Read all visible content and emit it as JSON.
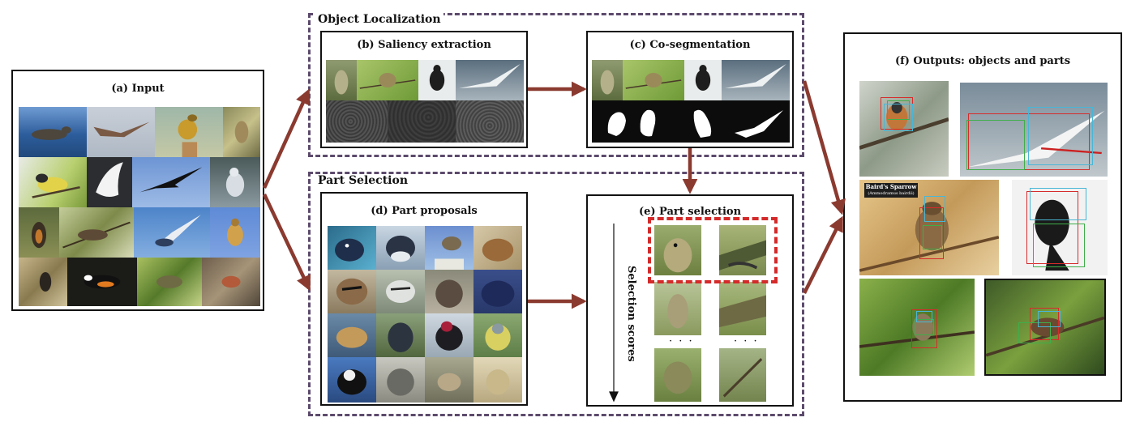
{
  "colors": {
    "group_border": "#5c4a6c",
    "arrow": "#8b3a30",
    "selection_box": "#d42a2a",
    "bbox_red": "#d62b2b",
    "bbox_green": "#3fae49",
    "bbox_cyan": "#49b6d6"
  },
  "groups": {
    "object_localization": "Object Localization",
    "part_selection": "Part Selection"
  },
  "panels": {
    "input": "(a) Input",
    "saliency": "(b) Saliency extraction",
    "coseg": "(c) Co-segmentation",
    "part_proposals": "(d) Part proposals",
    "part_selection": "(e) Part selection",
    "outputs": "(f) Outputs: objects and  parts"
  },
  "selection_scores": "Selection scores",
  "ellipsis": "· · ·",
  "sparrow_sign_line1": "Baird's Sparrow",
  "sparrow_sign_line2": "(Ammodramus bairdii)"
}
